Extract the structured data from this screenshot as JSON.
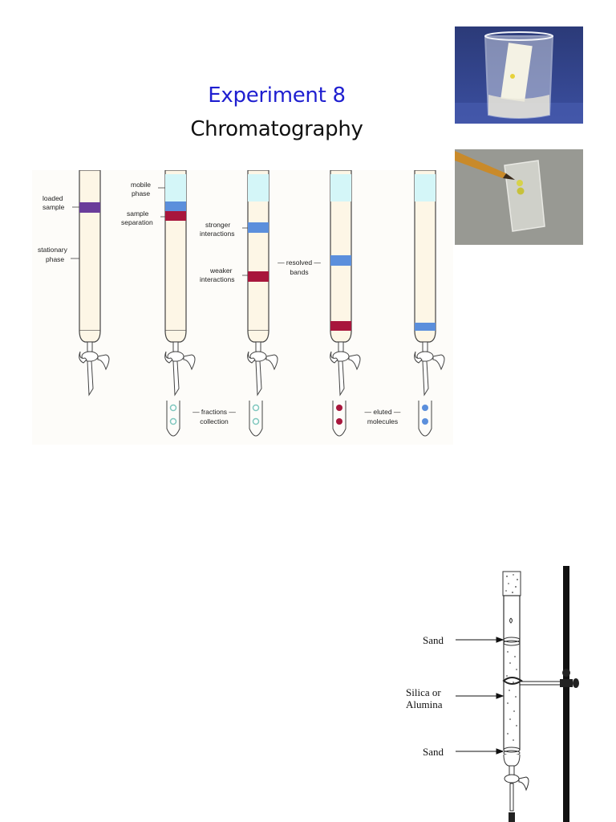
{
  "slide": {
    "title": "Experiment 8",
    "subtitle": "Chromatography"
  },
  "column_diagram": {
    "labels": {
      "loaded_sample": [
        "loaded",
        "sample"
      ],
      "stationary_phase": [
        "stationary",
        "phase"
      ],
      "mobile_phase": [
        "mobile",
        "phase"
      ],
      "sample_separation": [
        "sample",
        "separation"
      ],
      "stronger_interactions": [
        "stronger",
        "interactions"
      ],
      "weaker_interactions": [
        "weaker",
        "interactions"
      ],
      "resolved_bands": [
        "— resolved —",
        "bands"
      ],
      "fractions_collection": [
        "— fractions —",
        "collection"
      ],
      "eluted_molecules": [
        "— eluted —",
        "molecules"
      ]
    },
    "colors": {
      "stationary": "#fdf6e6",
      "mobile": "#d4f6f8",
      "purple_band": "#6a3d9a",
      "blue_band": "#5b8fdc",
      "red_band": "#a8163c",
      "teal_drop": "#7fc7bd"
    }
  },
  "apparatus": {
    "labels": {
      "sand_top": "Sand",
      "silica": [
        "Silica or",
        "Alumina"
      ],
      "sand_bottom": "Sand"
    }
  },
  "photos": {
    "beaker_icon": "beaker-with-tlc-plate",
    "tlc_icon": "tlc-plate-spotting"
  }
}
